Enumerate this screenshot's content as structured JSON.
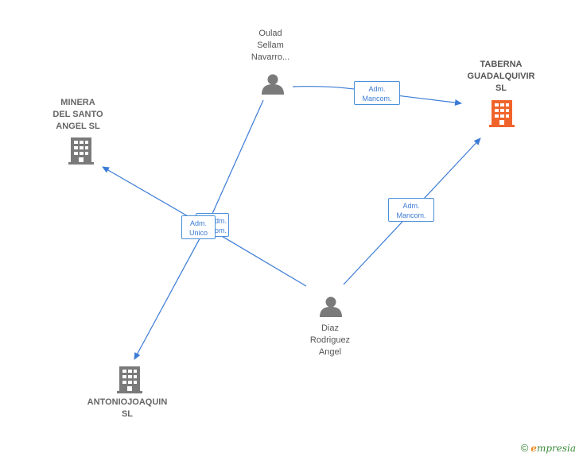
{
  "nodes": {
    "oulad": {
      "lines": [
        "Oulad",
        "Sellam",
        "Navarro..."
      ],
      "type": "person"
    },
    "taberna": {
      "lines": [
        "TABERNA",
        "GUADALQUIVIR",
        "SL"
      ],
      "type": "company-focus"
    },
    "minera": {
      "lines": [
        "MINERA",
        "DEL SANTO",
        "ANGEL SL"
      ],
      "type": "company"
    },
    "diaz": {
      "lines": [
        "Diaz",
        "Rodriguez",
        "Angel"
      ],
      "type": "person"
    },
    "antonio": {
      "lines": [
        "ANTONIOJOAQUIN",
        "SL"
      ],
      "type": "company"
    }
  },
  "edges": {
    "oulad_taberna": {
      "lines": [
        "Adm.",
        "Mancom."
      ]
    },
    "diaz_taberna": {
      "lines": [
        "Adm.",
        "Mancom."
      ]
    },
    "oulad_antonio_back": {
      "lines": [
        "Adm.",
        "Mancom."
      ]
    },
    "diaz_minera": {
      "lines": [
        "Adm.",
        "Unico"
      ]
    }
  },
  "colors": {
    "edge": "#3a7bd5",
    "person_icon": "#7a7a7a",
    "company_icon": "#7a7a7a",
    "focus_icon": "#f0642c"
  },
  "watermark": {
    "copyright": "©",
    "brand_initial": "e",
    "brand_rest": "mpresia"
  }
}
